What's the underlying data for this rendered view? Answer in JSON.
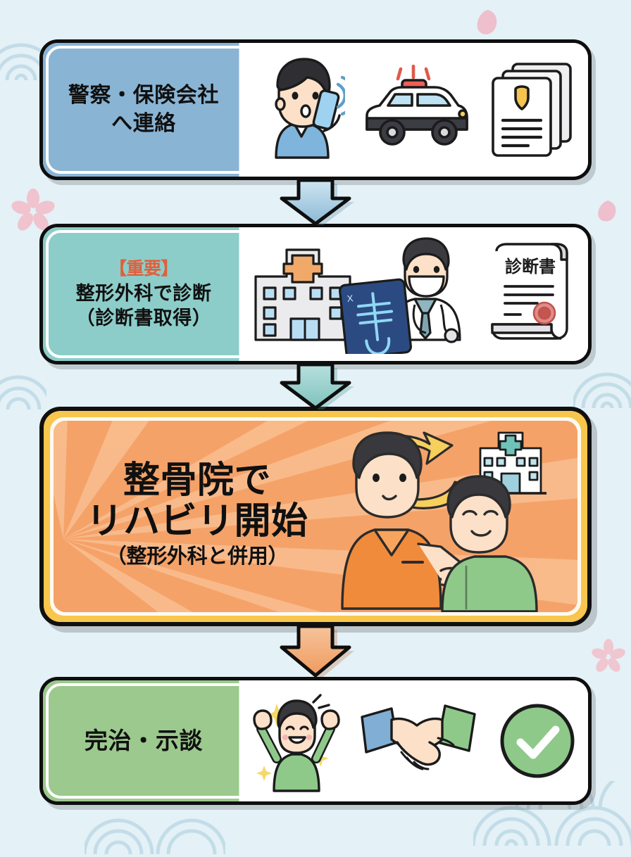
{
  "page": {
    "background_color": "#e4f1f7",
    "title_semantic": "traffic-accident-treatment-flow"
  },
  "colors": {
    "step1": "#8ab4d4",
    "step2": "#8ccdc9",
    "step3": "#f6a96a",
    "step3_border": "#f8c64d",
    "step4": "#9cc98d",
    "important_red": "#e0603c",
    "outline": "#101010",
    "petal": "#f0b6c4",
    "wave": "#c3dde8"
  },
  "steps": [
    {
      "id": "step1",
      "label_lines": [
        "警察・保険会社",
        "へ連絡"
      ],
      "color": "#8ab4d4",
      "icons": [
        "woman-phone-call-icon",
        "police-car-icon",
        "police-report-documents-icon"
      ]
    },
    {
      "id": "step2",
      "important_tag": "【重要】",
      "label_lines": [
        "整形外科で診断",
        "（診断書取得）"
      ],
      "color": "#8ccdc9",
      "icons": [
        "hospital-building-icon",
        "xray-film-icon",
        "doctor-icon",
        "medical-certificate-icon"
      ],
      "certificate_text": "診断書"
    },
    {
      "id": "step3",
      "label_lines": [
        "整骨院で",
        "リハビリ開始"
      ],
      "sub_line": "（整形外科と併用）",
      "color": "#f6a96a",
      "highlighted": true,
      "icons": [
        "therapist-patient-icon",
        "circular-arrows-icon",
        "clinic-hospital-icon"
      ]
    },
    {
      "id": "step4",
      "label_lines": [
        "完治・示談"
      ],
      "color": "#9cc98d",
      "icons": [
        "celebrating-person-icon",
        "handshake-icon",
        "green-check-circle-icon"
      ]
    }
  ],
  "arrows": [
    {
      "name": "arrow-step1-to-step2",
      "color": "#a9cfe2"
    },
    {
      "name": "arrow-step2-to-step3",
      "color": "#93ccc8"
    },
    {
      "name": "arrow-step3-to-step4",
      "color": "#f2a571"
    }
  ],
  "decorations": {
    "petals": "sakura-petal",
    "waves": "seigaiha-wave-pattern"
  }
}
